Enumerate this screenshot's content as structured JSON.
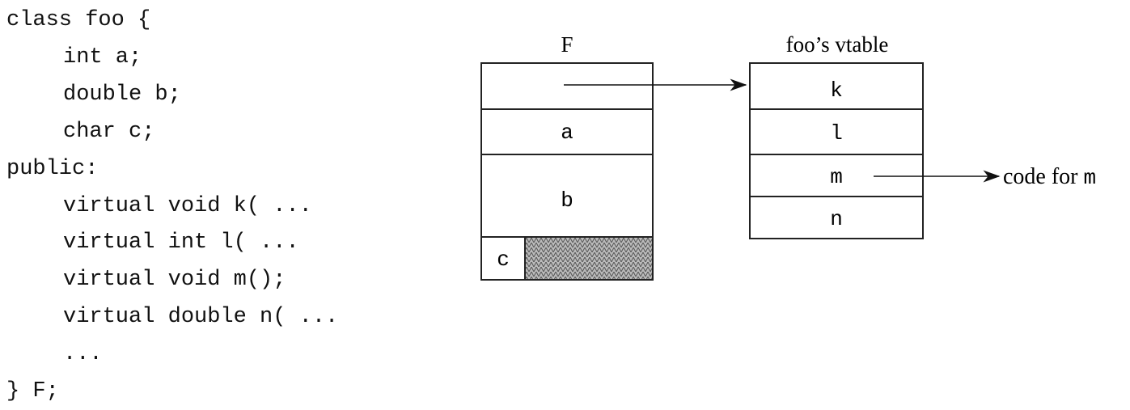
{
  "code_lines": [
    {
      "text": "class foo {",
      "indent": 0
    },
    {
      "text": "int a;",
      "indent": 1
    },
    {
      "text": "double b;",
      "indent": 1
    },
    {
      "text": "char c;",
      "indent": 1
    },
    {
      "text": "public:",
      "indent": 0
    },
    {
      "text": "virtual void k( ...",
      "indent": 1
    },
    {
      "text": "virtual int l( ...",
      "indent": 1
    },
    {
      "text": "virtual void m();",
      "indent": 1
    },
    {
      "text": "virtual double n( ...",
      "indent": 1
    },
    {
      "text": "...",
      "indent": 1
    },
    {
      "text": "} F;",
      "indent": 0
    }
  ],
  "object": {
    "title": "F",
    "fields": {
      "a": "a",
      "b": "b",
      "c": "c"
    }
  },
  "vtable": {
    "title": "foo’s vtable",
    "entries": [
      "k",
      "l",
      "m",
      "n"
    ]
  },
  "target": {
    "prefix": "code for ",
    "name": "m"
  }
}
